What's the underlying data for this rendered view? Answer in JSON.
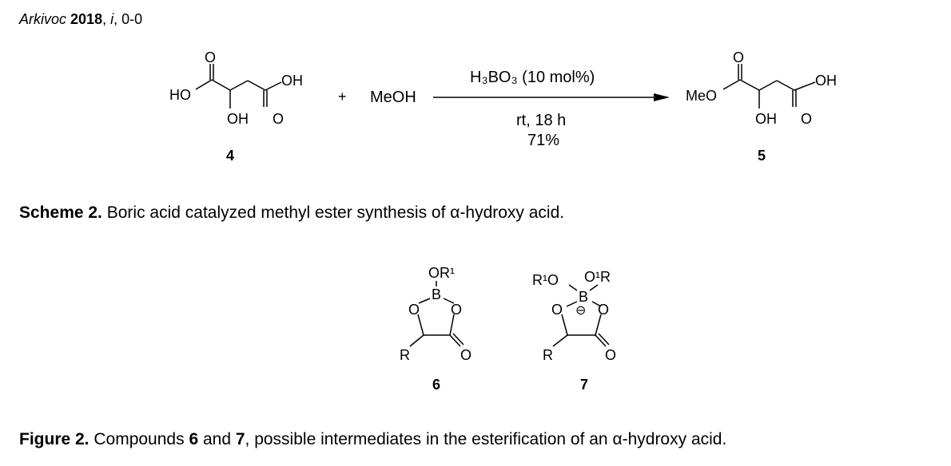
{
  "header": {
    "journal": "Arkivoc",
    "year": "2018",
    "issue": "i",
    "pages": ", 0-0"
  },
  "scheme": {
    "reactant_4": {
      "ho": "HO",
      "oh_top": "OH",
      "oh_bottom": "OH",
      "o_top": "O",
      "o_bottom": "O",
      "number": "4"
    },
    "plus": "+",
    "meoh": "MeOH",
    "conditions": {
      "reagent": "H₃BO₃ (10 mol%)",
      "time": "rt, 18 h",
      "yield": "71%"
    },
    "product_5": {
      "meo": "MeO",
      "oh_top": "OH",
      "oh_bottom": "OH",
      "o_top": "O",
      "o_bottom": "O",
      "number": "5"
    },
    "caption_label": "Scheme 2.",
    "caption_text": " Boric acid catalyzed methyl ester synthesis of α-hydroxy acid."
  },
  "figure": {
    "compound_6": {
      "or1": "OR¹",
      "b": "B",
      "o_left": "O",
      "o_right": "O",
      "r": "R",
      "o_carbonyl": "O",
      "number": "6"
    },
    "compound_7": {
      "r1o": "R¹O",
      "o1r": "O¹R",
      "b": "B",
      "charge": "⊖",
      "o_left": "O",
      "o_right": "O",
      "r": "R",
      "o_carbonyl": "O",
      "number": "7"
    },
    "caption_label": "Figure 2.",
    "caption_pre": " Compounds ",
    "caption_num1": "6",
    "caption_mid": " and ",
    "caption_num2": "7",
    "caption_post": ", possible intermediates in the esterification of an α-hydroxy acid."
  }
}
